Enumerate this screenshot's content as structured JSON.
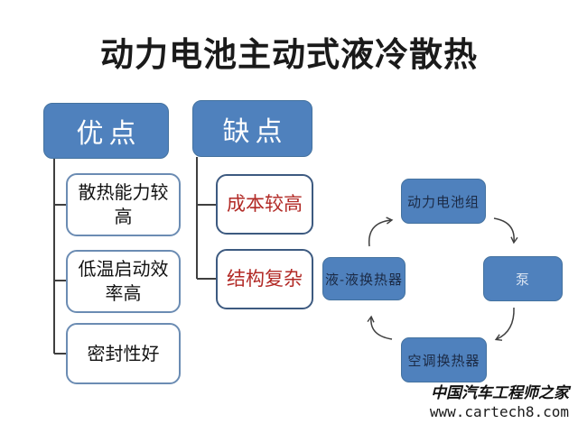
{
  "slide": {
    "title": "动力电池主动式液冷散热"
  },
  "advantages": {
    "header": "优点",
    "items": [
      "散热能力较高",
      "低温启动效率高",
      "密封性好"
    ]
  },
  "disadvantages": {
    "header": "缺点",
    "items": [
      "成本较高",
      "结构复杂"
    ]
  },
  "cycle": {
    "direction": "clockwise",
    "nodes": [
      {
        "label": "动力电池组",
        "position": "top"
      },
      {
        "label": "泵",
        "position": "right"
      },
      {
        "label": "空调换热器",
        "position": "bottom"
      },
      {
        "label": "液-液换热器",
        "position": "left"
      }
    ]
  },
  "watermark": {
    "site_name": "中国汽车工程师之家",
    "site_url": "www.cartech8.com"
  },
  "colors": {
    "node_blue": "#4f81bd",
    "advantage_border": "#6b8cb3",
    "disadvantage_border": "#3d5a80",
    "disadvantage_text_red": "#b22a26",
    "connector_gray": "#3f3f3f"
  }
}
